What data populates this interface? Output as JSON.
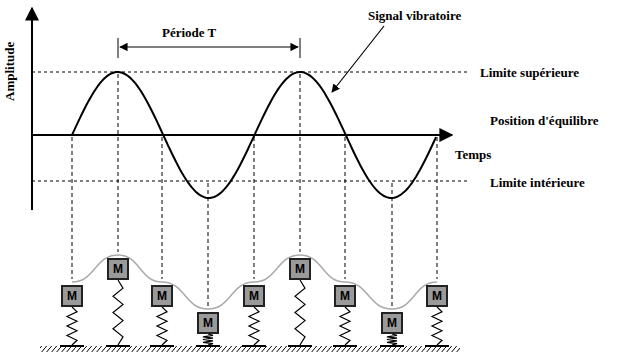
{
  "diagram": {
    "nodes": [
      {
        "text": [
          "M"
        ]
      },
      {
        "text": [
          "M"
        ]
      },
      {
        "text": [
          "M"
        ]
      },
      {
        "text": [
          "M"
        ]
      },
      {
        "text": [
          "M"
        ]
      },
      {
        "text": [
          "M"
        ]
      },
      {
        "text": [
          "M"
        ]
      },
      {
        "text": [
          "M"
        ]
      },
      {
        "text": [
          "M"
        ]
      }
    ],
    "labels": [
      "Amplitude",
      "Période T",
      "Signal vibratoire",
      "Limite supérieure",
      "Position d'équilibre",
      "Temps",
      "Limite intérieure"
    ]
  }
}
